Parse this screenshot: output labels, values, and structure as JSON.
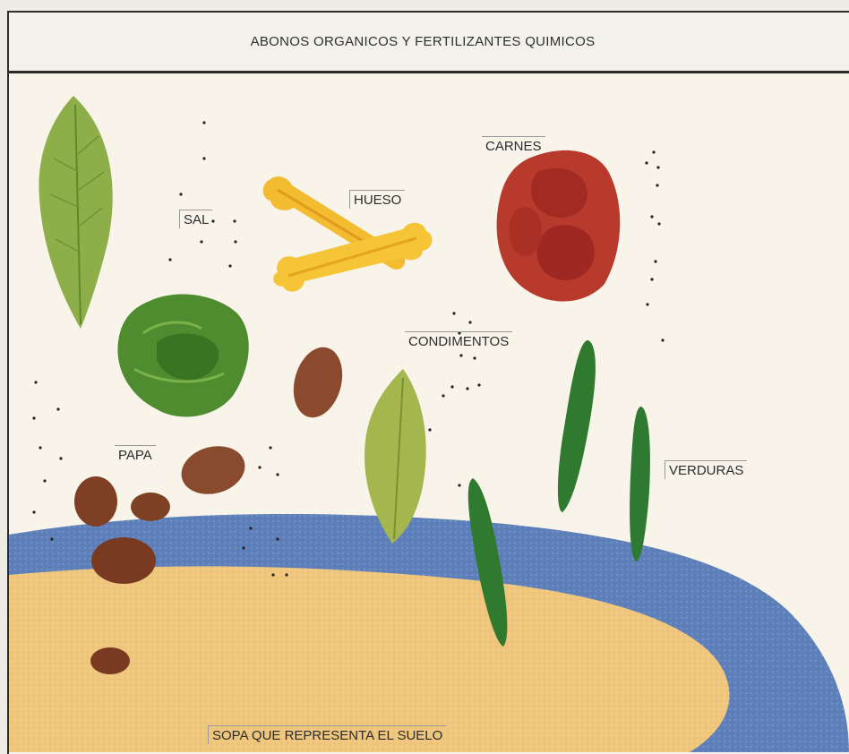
{
  "title": "ABONOS ORGANICOS Y FERTILIZANTES QUIMICOS",
  "labels": {
    "carnes": "CARNES",
    "hueso": "HUESO",
    "sal": "SAL",
    "condimentos": "CONDIMENTOS",
    "papa": "PAPA",
    "verduras": "VERDURAS",
    "sopa": "SOPA QUE REPRESENTA EL SUELO"
  },
  "colors": {
    "leaf_green": "#8fb04a",
    "lettuce_green": "#4f8a2e",
    "bone_yellow": "#f2b92e",
    "meat_red": "#b8372b",
    "potato_brown": "#8a4a2e",
    "bean_green": "#2f7a2f",
    "bowl_blue": "#5b7fb8",
    "soup_yellow": "#edc47a"
  }
}
